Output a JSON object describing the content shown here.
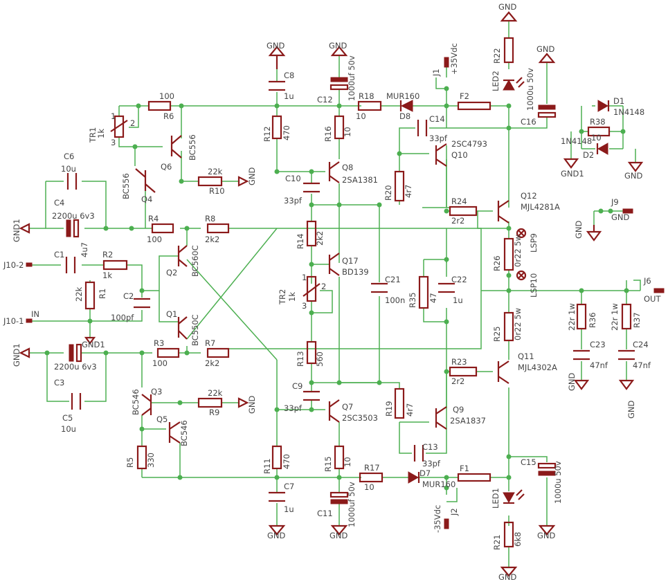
{
  "labels": [
    {
      "id": "gnd-top-c8",
      "text": "GND"
    },
    {
      "id": "gnd-top-c12",
      "text": "GND"
    },
    {
      "id": "gnd-top-r22",
      "text": "GND"
    },
    {
      "id": "gnd-top-c16",
      "text": "GND"
    },
    {
      "id": "gnd-r10",
      "text": "GND"
    },
    {
      "id": "gnd-r9",
      "text": "GND"
    },
    {
      "id": "gnd1-c4",
      "text": "GND1"
    },
    {
      "id": "gnd1-c5",
      "text": "GND1"
    },
    {
      "id": "gnd1-d2",
      "text": "GND1"
    },
    {
      "id": "gnd-d1",
      "text": "GND"
    },
    {
      "id": "gnd-j9-a",
      "text": "GND"
    },
    {
      "id": "gnd-j9-b",
      "text": "GND"
    },
    {
      "id": "gnd-j10",
      "text": "GND1"
    },
    {
      "id": "gnd-c7",
      "text": "GND"
    },
    {
      "id": "gnd-c11",
      "text": "GND"
    },
    {
      "id": "gnd-c15",
      "text": "GND"
    },
    {
      "id": "gnd-r21",
      "text": "GND"
    },
    {
      "id": "gnd-c23",
      "text": "GND"
    },
    {
      "id": "gnd-c24",
      "text": "GND"
    },
    {
      "id": "in",
      "text": "IN"
    },
    {
      "id": "j10-1",
      "text": "J10-1"
    },
    {
      "id": "j10-2",
      "text": "J10-2"
    },
    {
      "id": "out",
      "text": "OUT"
    },
    {
      "id": "j6",
      "text": "J6"
    },
    {
      "id": "j9",
      "text": "J9"
    },
    {
      "id": "j1",
      "text": "J1"
    },
    {
      "id": "j2",
      "text": "J2"
    },
    {
      "id": "plus35",
      "text": "+35Vdc"
    },
    {
      "id": "minus35",
      "text": "-35Vdc"
    },
    {
      "id": "lsp9",
      "text": "LSP9"
    },
    {
      "id": "lsp10",
      "text": "LSP10"
    },
    {
      "id": "r6-name",
      "text": "R6"
    },
    {
      "id": "r6-val",
      "text": "100"
    },
    {
      "id": "tr1-name",
      "text": "TR1"
    },
    {
      "id": "tr1-val",
      "text": "1k"
    },
    {
      "id": "tr1-p2",
      "text": "2"
    },
    {
      "id": "tr1-p3",
      "text": "3"
    },
    {
      "id": "tr1-p1",
      "text": "1"
    },
    {
      "id": "q6-name",
      "text": "Q6"
    },
    {
      "id": "q6-val",
      "text": "BC556"
    },
    {
      "id": "q4-name",
      "text": "Q4"
    },
    {
      "id": "q4-val",
      "text": "BC556"
    },
    {
      "id": "r10-name",
      "text": "R10"
    },
    {
      "id": "r10-val",
      "text": "22k"
    },
    {
      "id": "c6-name",
      "text": "C6"
    },
    {
      "id": "c6-val",
      "text": "10u"
    },
    {
      "id": "c4-name",
      "text": "C4"
    },
    {
      "id": "c4-val",
      "text": "2200u 6v3"
    },
    {
      "id": "r4-name",
      "text": "R4"
    },
    {
      "id": "r4-val",
      "text": "100"
    },
    {
      "id": "r8-name",
      "text": "R8"
    },
    {
      "id": "r8-val",
      "text": "2k2"
    },
    {
      "id": "c1-name",
      "text": "C1"
    },
    {
      "id": "c1-val",
      "text": "4u7"
    },
    {
      "id": "r2-name",
      "text": "R2"
    },
    {
      "id": "r2-val",
      "text": "1k"
    },
    {
      "id": "r1-name",
      "text": "R1"
    },
    {
      "id": "r1-val",
      "text": "22k"
    },
    {
      "id": "c2-name",
      "text": "C2"
    },
    {
      "id": "c2-val",
      "text": "100pf"
    },
    {
      "id": "q2-name",
      "text": "Q2"
    },
    {
      "id": "q2-val",
      "text": "BC560C"
    },
    {
      "id": "q1-name",
      "text": "Q1"
    },
    {
      "id": "q1-val",
      "text": "BC550C"
    },
    {
      "id": "c3-name",
      "text": "C3"
    },
    {
      "id": "c3-val",
      "text": "2200u 6v3"
    },
    {
      "id": "c5-name",
      "text": "C5"
    },
    {
      "id": "c5-val",
      "text": "10u"
    },
    {
      "id": "r3-name",
      "text": "R3"
    },
    {
      "id": "r3-val",
      "text": "100"
    },
    {
      "id": "r7-name",
      "text": "R7"
    },
    {
      "id": "r7-val",
      "text": "2k2"
    },
    {
      "id": "q3-name",
      "text": "Q3"
    },
    {
      "id": "q3-val",
      "text": "BC546"
    },
    {
      "id": "q5-name",
      "text": "Q5"
    },
    {
      "id": "q5-val",
      "text": "BC546"
    },
    {
      "id": "r9-name",
      "text": "R9"
    },
    {
      "id": "r9-val",
      "text": "22k"
    },
    {
      "id": "r5-name",
      "text": "R5"
    },
    {
      "id": "r5-val",
      "text": "330"
    },
    {
      "id": "c8-name",
      "text": "C8"
    },
    {
      "id": "c8-val",
      "text": "1u"
    },
    {
      "id": "r12-name",
      "text": "R12"
    },
    {
      "id": "r12-val",
      "text": "470"
    },
    {
      "id": "c10-name",
      "text": "C10"
    },
    {
      "id": "c10-val",
      "text": "33pf"
    },
    {
      "id": "c12-name",
      "text": "C12"
    },
    {
      "id": "c12-val",
      "text": "1000uf 50v"
    },
    {
      "id": "r16-name",
      "text": "R16"
    },
    {
      "id": "r16-val",
      "text": "10"
    },
    {
      "id": "q8-name",
      "text": "Q8"
    },
    {
      "id": "q8-val",
      "text": "2SA1381"
    },
    {
      "id": "r14-name",
      "text": "R14"
    },
    {
      "id": "r14-val",
      "text": "2k2"
    },
    {
      "id": "q17-name",
      "text": "Q17"
    },
    {
      "id": "q17-val",
      "text": "BD139"
    },
    {
      "id": "tr2-name",
      "text": "TR2"
    },
    {
      "id": "tr2-val",
      "text": "1k"
    },
    {
      "id": "tr2-p2",
      "text": "2"
    },
    {
      "id": "tr2-p3",
      "text": "3"
    },
    {
      "id": "tr2-p1",
      "text": "1"
    },
    {
      "id": "r13-name",
      "text": "R13"
    },
    {
      "id": "r13-val",
      "text": "560"
    },
    {
      "id": "c9-name",
      "text": "C9"
    },
    {
      "id": "c9-val",
      "text": "33pf"
    },
    {
      "id": "q7-name",
      "text": "Q7"
    },
    {
      "id": "q7-val",
      "text": "2SC3503"
    },
    {
      "id": "r11-name",
      "text": "R11"
    },
    {
      "id": "r11-val",
      "text": "470"
    },
    {
      "id": "c7-name",
      "text": "C7"
    },
    {
      "id": "c7-val",
      "text": "1u"
    },
    {
      "id": "r15-name",
      "text": "R15"
    },
    {
      "id": "r15-val",
      "text": "10"
    },
    {
      "id": "c11-name",
      "text": "C11"
    },
    {
      "id": "c11-val",
      "text": "1000uf 50v"
    },
    {
      "id": "r18-name",
      "text": "R18"
    },
    {
      "id": "r18-val",
      "text": "10"
    },
    {
      "id": "d8-name",
      "text": "D8"
    },
    {
      "id": "d8-val",
      "text": "MUR160"
    },
    {
      "id": "r17-name",
      "text": "R17"
    },
    {
      "id": "r17-val",
      "text": "10"
    },
    {
      "id": "d7-name",
      "text": "D7"
    },
    {
      "id": "d7-val",
      "text": "MUR160"
    },
    {
      "id": "f2-name",
      "text": "F2"
    },
    {
      "id": "f1-name",
      "text": "F1"
    },
    {
      "id": "r22-name",
      "text": "R22"
    },
    {
      "id": "led2-name",
      "text": "LED2"
    },
    {
      "id": "r21-name",
      "text": "R21"
    },
    {
      "id": "r21-val",
      "text": "6k8"
    },
    {
      "id": "led1-name",
      "text": "LED1"
    },
    {
      "id": "c16-name",
      "text": "C16"
    },
    {
      "id": "c16-val",
      "text": "1000u 50v"
    },
    {
      "id": "c15-name",
      "text": "C15"
    },
    {
      "id": "c15-val",
      "text": "1000u 50v"
    },
    {
      "id": "c14-name",
      "text": "C14"
    },
    {
      "id": "c14-val",
      "text": "33pf"
    },
    {
      "id": "q10-name",
      "text": "Q10"
    },
    {
      "id": "q10-val",
      "text": "2SC4793"
    },
    {
      "id": "r20-name",
      "text": "R20"
    },
    {
      "id": "r20-val",
      "text": "4r7"
    },
    {
      "id": "c21-name",
      "text": "C21"
    },
    {
      "id": "c21-val",
      "text": "100n"
    },
    {
      "id": "r35-name",
      "text": "R35"
    },
    {
      "id": "r35-val",
      "text": "47"
    },
    {
      "id": "c22-name",
      "text": "C22"
    },
    {
      "id": "c22-val",
      "text": "1u"
    },
    {
      "id": "r24-name",
      "text": "R24"
    },
    {
      "id": "r24-val",
      "text": "2r2"
    },
    {
      "id": "q12-name",
      "text": "Q12"
    },
    {
      "id": "q12-val",
      "text": "MJL4281A"
    },
    {
      "id": "r26-name",
      "text": "R26"
    },
    {
      "id": "r26-val",
      "text": "0r22 5w"
    },
    {
      "id": "r25-name",
      "text": "R25"
    },
    {
      "id": "r25-val",
      "text": "0r22 5w"
    },
    {
      "id": "r23-name",
      "text": "R23"
    },
    {
      "id": "r23-val",
      "text": "2r2"
    },
    {
      "id": "q11-name",
      "text": "Q11"
    },
    {
      "id": "q11-val",
      "text": "MJL4302A"
    },
    {
      "id": "r19-name",
      "text": "R19"
    },
    {
      "id": "r19-val",
      "text": "4r7"
    },
    {
      "id": "q9-name",
      "text": "Q9"
    },
    {
      "id": "q9-val",
      "text": "2SA1837"
    },
    {
      "id": "c13-name",
      "text": "C13"
    },
    {
      "id": "c13-val",
      "text": "33pf"
    },
    {
      "id": "r36-name",
      "text": "R36"
    },
    {
      "id": "r36-val",
      "text": "22r 1w"
    },
    {
      "id": "r37-name",
      "text": "R37"
    },
    {
      "id": "r37-val",
      "text": "22r 1w"
    },
    {
      "id": "c23-name",
      "text": "C23"
    },
    {
      "id": "c23-val",
      "text": "47nf"
    },
    {
      "id": "c24-name",
      "text": "C24"
    },
    {
      "id": "c24-val",
      "text": "47nf"
    },
    {
      "id": "d1-name",
      "text": "D1"
    },
    {
      "id": "d1-val",
      "text": "1N4148"
    },
    {
      "id": "d2-name",
      "text": "D2"
    },
    {
      "id": "d2-val",
      "text": "1N4148"
    },
    {
      "id": "r38-name",
      "text": "R38"
    },
    {
      "id": "r38-val",
      "text": "10"
    }
  ]
}
